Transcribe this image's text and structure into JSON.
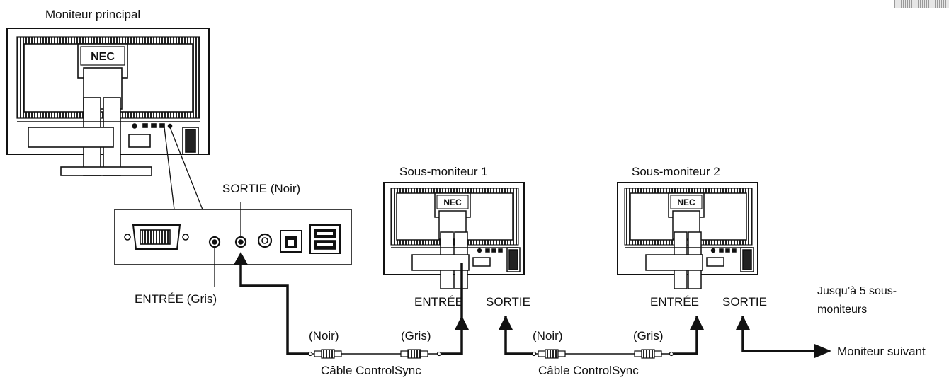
{
  "labels": {
    "main_monitor": "Moniteur principal",
    "sub1": "Sous-moniteur 1",
    "sub2": "Sous-moniteur 2",
    "sortie_noir": "SORTIE (Noir)",
    "entree_gris": "ENTRÉE (Gris)",
    "sub1_entree": "ENTRÉE",
    "sub1_sortie": "SORTIE",
    "sub2_entree": "ENTRÉE",
    "sub2_sortie": "SORTIE",
    "cable1_noir": "(Noir)",
    "cable1_gris": "(Gris)",
    "cable2_noir": "(Noir)",
    "cable2_gris": "(Gris)",
    "cable1_name": "Câble ControlSync",
    "cable2_name": "Câble ControlSync",
    "limit_line1": "Jusqu’à 5 sous-",
    "limit_line2": "moniteurs",
    "next_monitor": "Moniteur suivant",
    "brand": "NEC"
  },
  "colors": {
    "line": "#111111",
    "gray_band": "#c8c8c8"
  }
}
